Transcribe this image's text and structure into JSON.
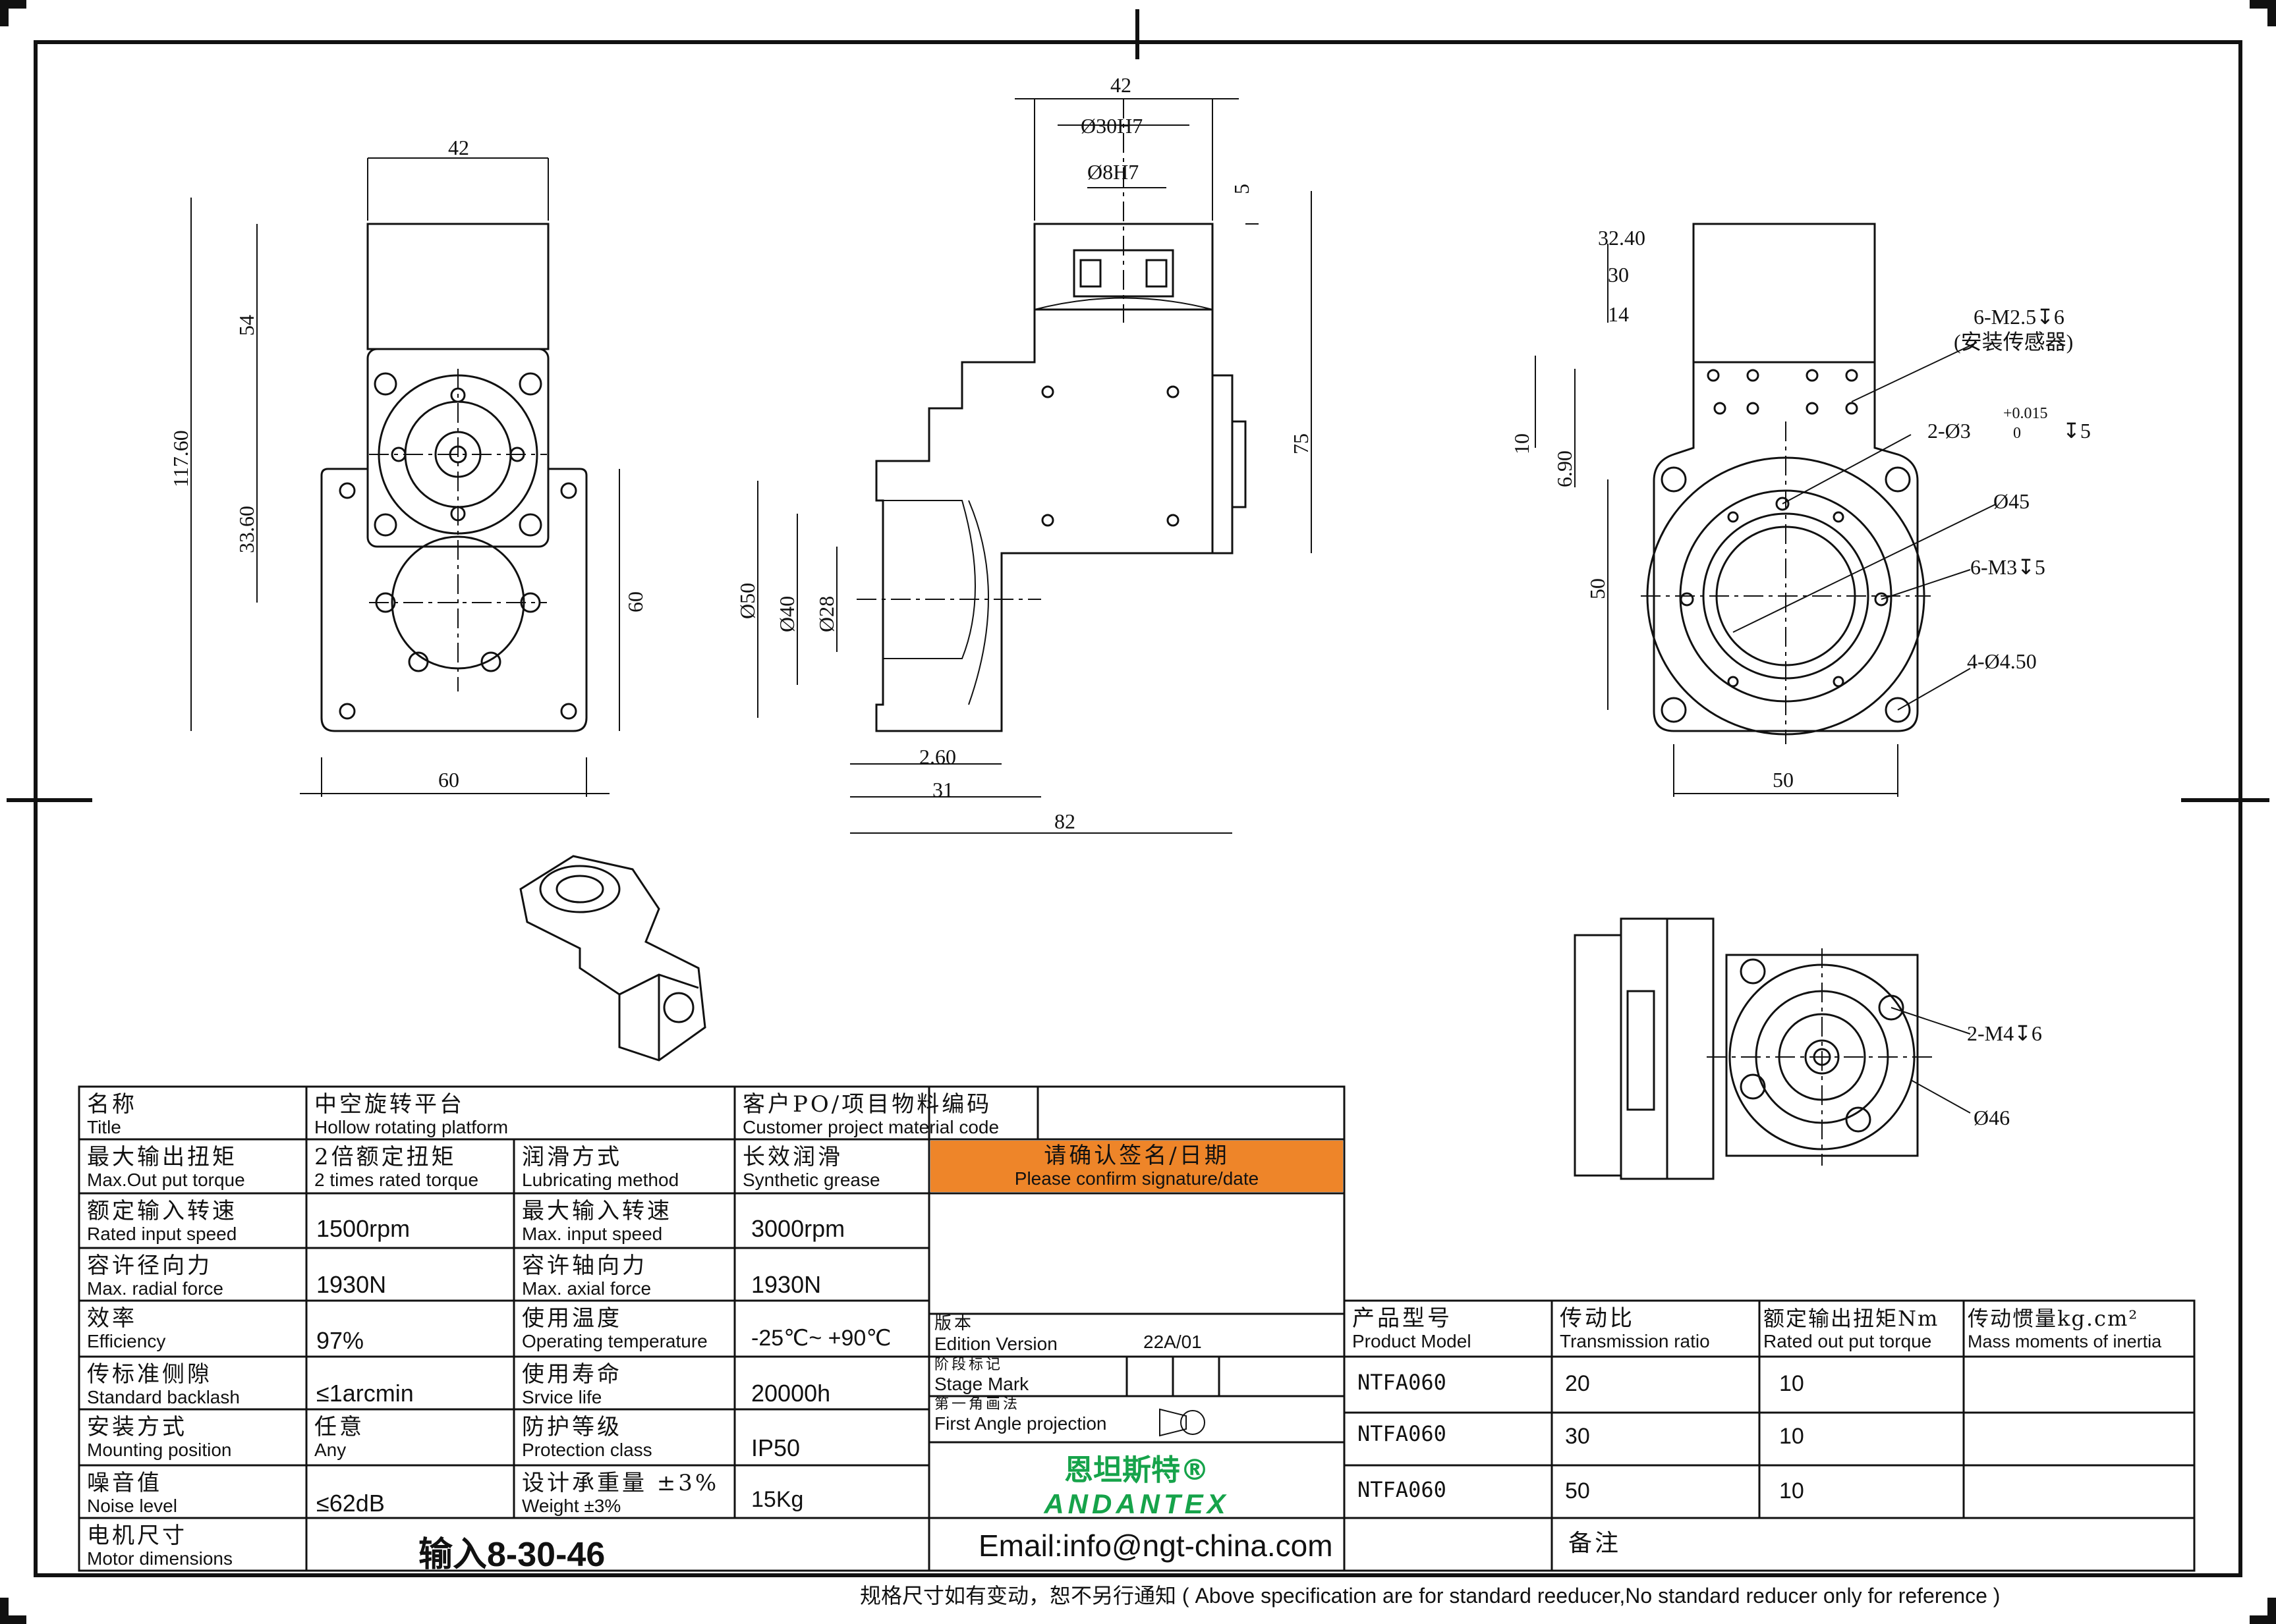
{
  "dimensions": {
    "front": {
      "top": "42",
      "height_total": "117.60",
      "upper": "54",
      "lower": "33.60",
      "right": "60",
      "bottom": "60"
    },
    "section": {
      "top": "42",
      "bore1": "Ø30H7",
      "bore2": "Ø8H7",
      "r5": "5",
      "r75": "75",
      "d50": "Ø50",
      "d40": "Ø40",
      "d28": "Ø28",
      "b26": "2.60",
      "b31": "31",
      "b82": "82"
    },
    "side": {
      "d32": "32.40",
      "d30": "30",
      "d14": "14",
      "m25": "6-M2.5↧6",
      "m25_note": "(安装传感器)",
      "h10": "10",
      "h69": "6.90",
      "pin": "2-Ø3",
      "pin_tol_up": "+0.015",
      "pin_tol_low": "0",
      "pin_depth": "↧5",
      "d45": "Ø45",
      "m3": "6-M3↧5",
      "d450": "4-Ø4.50",
      "h50": "50",
      "w50": "50"
    },
    "rear": {
      "m4": "2-M4↧6",
      "d46": "Ø46"
    }
  },
  "table": {
    "title_zh": "名称",
    "title_en": "Title",
    "title_val_zh": "中空旋转平台",
    "title_val_en": "Hollow rotating platform",
    "cust_zh": "客户PO/项目物料编码",
    "cust_en": "Customer project material code",
    "torque_zh": "最大输出扭矩",
    "torque_en": "Max.Out put torque",
    "torque_val_zh": "2倍额定扭矩",
    "torque_val_en": "2 times rated torque",
    "lub_zh": "润滑方式",
    "lub_en": "Lubricating method",
    "lub_val_zh": "长效润滑",
    "lub_val_en": "Synthetic grease",
    "confirm_zh": "请确认签名/日期",
    "confirm_en": "Please confirm signature/date",
    "rin_zh": "额定输入转速",
    "rin_en": "Rated input speed",
    "rin_val": "1500rpm",
    "min_zh": "最大输入转速",
    "min_en": "Max. input speed",
    "min_val": "3000rpm",
    "rad_zh": "容许径向力",
    "rad_en": "Max. radial force",
    "rad_val": "1930N",
    "ax_zh": "容许轴向力",
    "ax_en": "Max. axial force",
    "ax_val": "1930N",
    "eff_zh": "效率",
    "eff_en": "Efficiency",
    "eff_val": "97%",
    "temp_zh": "使用温度",
    "temp_en": "Operating temperature",
    "temp_val": "-25℃~ +90℃",
    "bk_zh": "传标准侧隙",
    "bk_en": "Standard backlash",
    "bk_val": "≤1arcmin",
    "life_zh": "使用寿命",
    "life_en": "Srvice life",
    "life_val": "20000h",
    "mnt_zh": "安装方式",
    "mnt_en": "Mounting position",
    "mnt_val_zh": "任意",
    "mnt_val_en": "Any",
    "prot_zh": "防护等级",
    "prot_en": "Protection class",
    "prot_val": "IP50",
    "noise_zh": "噪音值",
    "noise_en": "Noise level",
    "noise_val": "≤62dB",
    "wt_zh": "设计承重量 ±3%",
    "wt_en": "Weight ±3%",
    "wt_val": "15Kg",
    "motor_zh": "电机尺寸",
    "motor_en": "Motor dimensions",
    "motor_val": "输入8-30-46",
    "ver_zh": "版本",
    "ver_en": "Edition Version",
    "ver_val": "22A/01",
    "stage_zh": "阶段标记",
    "stage_en": "Stage Mark",
    "proj_zh": "第一角画法",
    "proj_en": "First Angle projection",
    "brand_zh": "恩坦斯特®",
    "brand_en": "ANDANTEX",
    "email": "Email:info@ngt-china.com",
    "remark": "备注"
  },
  "models": {
    "headers": [
      {
        "zh": "产品型号",
        "en": "Product Model"
      },
      {
        "zh": "传动比",
        "en": "Transmission ratio"
      },
      {
        "zh": "额定输出扭矩Nm",
        "en": "Rated out put torque"
      },
      {
        "zh": "传动惯量kg.cm²",
        "en": "Mass moments of inertia"
      }
    ],
    "rows": [
      {
        "model": "NTFA060",
        "ratio": "20",
        "torque": "10",
        "inertia": ""
      },
      {
        "model": "NTFA060",
        "ratio": "30",
        "torque": "10",
        "inertia": ""
      },
      {
        "model": "NTFA060",
        "ratio": "50",
        "torque": "10",
        "inertia": ""
      }
    ]
  },
  "footer": "规格尺寸如有变动，恕不另行通知 ( Above specification are for standard reeducer,No standard reducer only for reference )",
  "colors": {
    "orange": "#ee8529",
    "brand_green": "#16a34a"
  }
}
